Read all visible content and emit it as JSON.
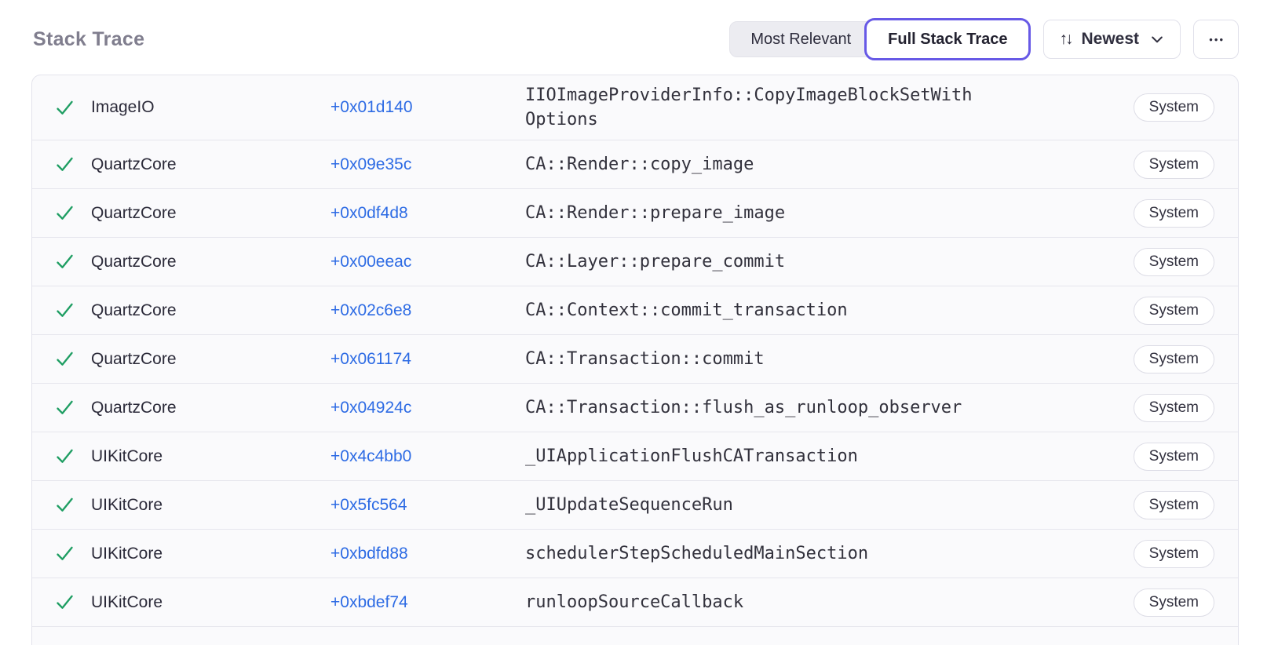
{
  "header": {
    "title": "Stack Trace",
    "view_toggle": {
      "options": [
        {
          "label": "Most Relevant",
          "selected": false
        },
        {
          "label": "Full Stack Trace",
          "selected": true
        }
      ]
    },
    "sort_button": {
      "icon": "↑↓",
      "label": "Newest"
    },
    "more_button": {
      "icon": "●●●"
    }
  },
  "colors": {
    "accent_purple": "#6759e6",
    "link_blue": "#2d6be4",
    "check_green": "#1f9e63",
    "title_gray": "#807e8e"
  },
  "stack_trace": {
    "rows": [
      {
        "library": "ImageIO",
        "offset": "+0x01d140",
        "function": "IIOImageProviderInfo::CopyImageBlockSetWithOptions",
        "badge": "System"
      },
      {
        "library": "QuartzCore",
        "offset": "+0x09e35c",
        "function": "CA::Render::copy_image",
        "badge": "System"
      },
      {
        "library": "QuartzCore",
        "offset": "+0x0df4d8",
        "function": "CA::Render::prepare_image",
        "badge": "System"
      },
      {
        "library": "QuartzCore",
        "offset": "+0x00eeac",
        "function": "CA::Layer::prepare_commit",
        "badge": "System"
      },
      {
        "library": "QuartzCore",
        "offset": "+0x02c6e8",
        "function": "CA::Context::commit_transaction",
        "badge": "System"
      },
      {
        "library": "QuartzCore",
        "offset": "+0x061174",
        "function": "CA::Transaction::commit",
        "badge": "System"
      },
      {
        "library": "QuartzCore",
        "offset": "+0x04924c",
        "function": "CA::Transaction::flush_as_runloop_observer",
        "badge": "System"
      },
      {
        "library": "UIKitCore",
        "offset": "+0x4c4bb0",
        "function": "_UIApplicationFlushCATransaction",
        "badge": "System"
      },
      {
        "library": "UIKitCore",
        "offset": "+0x5fc564",
        "function": "_UIUpdateSequenceRun",
        "badge": "System"
      },
      {
        "library": "UIKitCore",
        "offset": "+0xbdfd88",
        "function": "schedulerStepScheduledMainSection",
        "badge": "System"
      },
      {
        "library": "UIKitCore",
        "offset": "+0xbdef74",
        "function": "runloopSourceCallback",
        "badge": "System"
      }
    ]
  }
}
